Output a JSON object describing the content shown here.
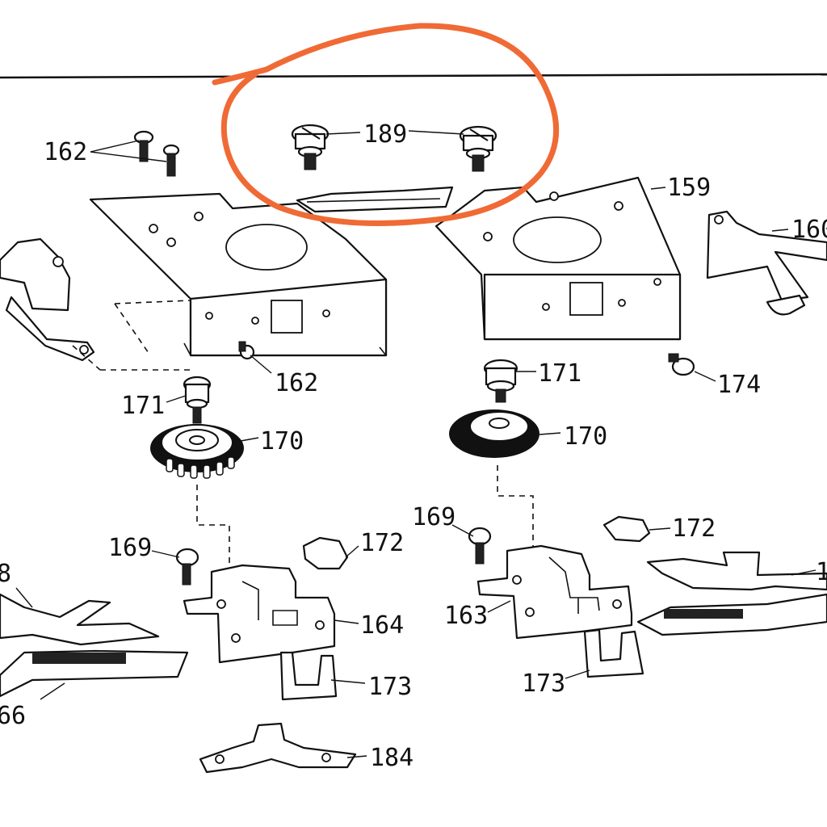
{
  "parts": {
    "p159": "159",
    "p160": "160",
    "p162a": "162",
    "p162b": "162",
    "p163": "163",
    "p164": "164",
    "p166": "66",
    "p168a": "8",
    "p168b": "1",
    "p169a": "169",
    "p169b": "169",
    "p170a": "170",
    "p170b": "170",
    "p171a": "171",
    "p171b": "171",
    "p172a": "172",
    "p172b": "172",
    "p173a": "173",
    "p173b": "173",
    "p174": "174",
    "p184": "184",
    "p189": "189"
  },
  "colors": {
    "highlight": "#f06a35",
    "ink": "#111111"
  }
}
